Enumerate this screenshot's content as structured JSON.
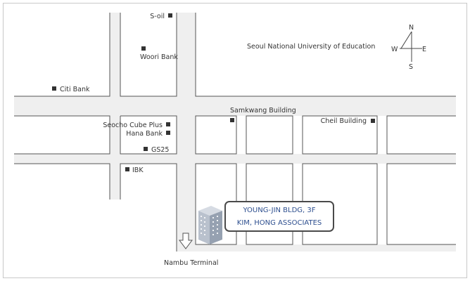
{
  "colors": {
    "road": "#efefef",
    "block_border": "#555555",
    "label": "#333333",
    "highlight_text": "#2e4f8f"
  },
  "map": {
    "labels": {
      "soil": "S-oil",
      "woori_bank": "Woori Bank",
      "citi_bank": "Citi Bank",
      "seoul_nat_univ": "Seoul National University of Education",
      "samkwang": "Samkwang Building",
      "seocho_cube": "Seocho Cube Plus",
      "hana_bank": "Hana Bank",
      "gs25": "GS25",
      "ibk": "IBK",
      "cheil": "Cheil Building",
      "nambu": "Nambu Terminal"
    },
    "compass": {
      "n": "N",
      "s": "S",
      "e": "E",
      "w": "W"
    },
    "destination": {
      "line1": "YOUNG-JIN BLDG, 3F",
      "line2": "KIM, HONG ASSOCIATES"
    },
    "icons": [
      "compass-icon",
      "building-icon",
      "arrow-down-icon"
    ]
  }
}
